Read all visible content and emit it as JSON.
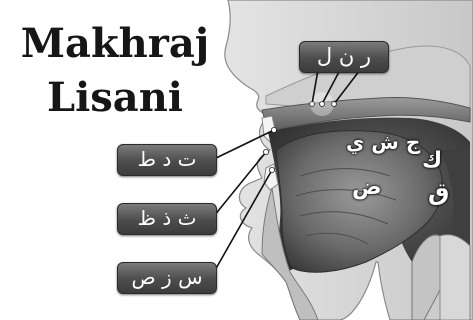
{
  "title": {
    "line1": "Makhraj",
    "line2": "Lisani"
  },
  "labels": {
    "top": "ر ن ل",
    "teeth_ridge": "ت د ط",
    "teeth_tips": "ث ذ ظ",
    "lower_teeth": "س ز ص",
    "middle_tongue": "ج ش ي",
    "back_tongue_upper": "ك",
    "tongue_side": "ض",
    "back_tongue_lower": "ق"
  }
}
